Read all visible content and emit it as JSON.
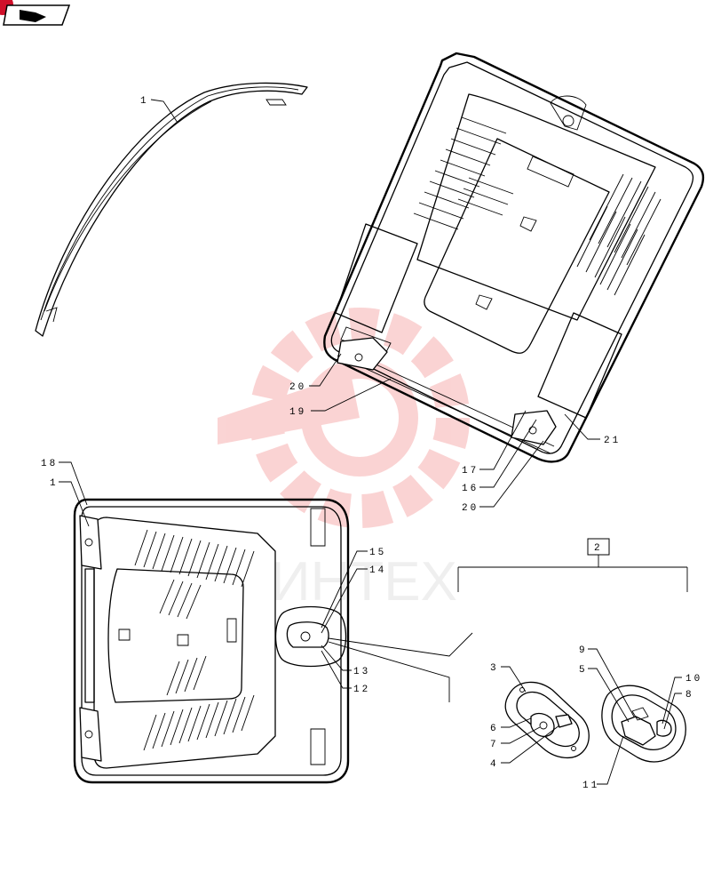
{
  "watermark": {
    "text": "ИНТЕХ",
    "color": "#f5a0a0"
  },
  "nav_icon": {
    "icon": "arrow-next-icon",
    "badge_color": "#d0102a"
  },
  "assembly_box_label": "2",
  "callouts": [
    {
      "id": "c1-top",
      "text": "1"
    },
    {
      "id": "c20-top",
      "text": "20"
    },
    {
      "id": "c19",
      "text": "19"
    },
    {
      "id": "c21",
      "text": "21"
    },
    {
      "id": "c17",
      "text": "17"
    },
    {
      "id": "c16",
      "text": "16"
    },
    {
      "id": "c20-mid",
      "text": "20"
    },
    {
      "id": "c18",
      "text": "18"
    },
    {
      "id": "c1-low",
      "text": "1"
    },
    {
      "id": "c15",
      "text": "15"
    },
    {
      "id": "c14",
      "text": "14"
    },
    {
      "id": "c13",
      "text": "13"
    },
    {
      "id": "c12",
      "text": "12"
    },
    {
      "id": "c9",
      "text": "9"
    },
    {
      "id": "c5",
      "text": "5"
    },
    {
      "id": "c10",
      "text": "10"
    },
    {
      "id": "c8",
      "text": "8"
    },
    {
      "id": "c3",
      "text": "3"
    },
    {
      "id": "c6",
      "text": "6"
    },
    {
      "id": "c7",
      "text": "7"
    },
    {
      "id": "c4",
      "text": "4"
    },
    {
      "id": "c11",
      "text": "11"
    }
  ]
}
